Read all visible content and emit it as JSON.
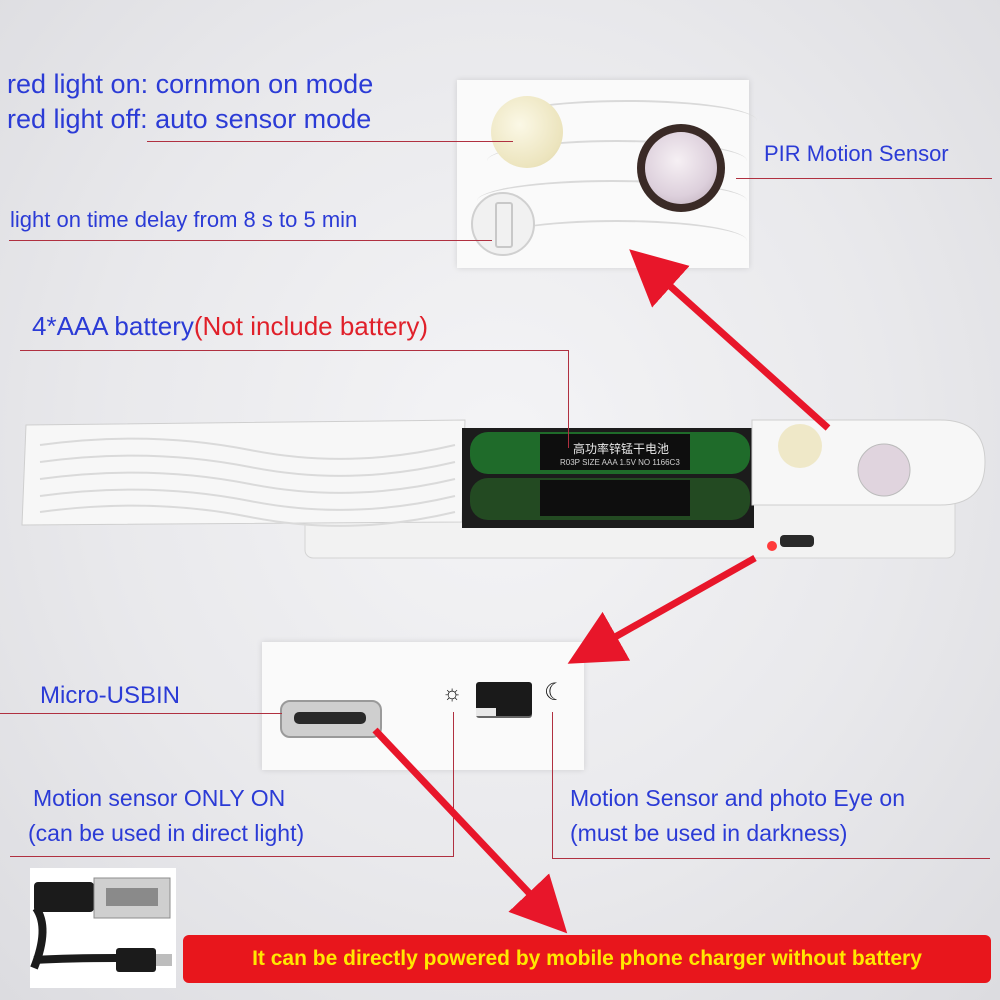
{
  "callouts": {
    "red_light_on": "red light on: cornmon on mode",
    "red_light_off": "red light off: auto sensor mode",
    "time_delay": "light on time delay from 8 s to 5 min",
    "pir": "PIR Motion Sensor",
    "battery_prefix": "4*AAA battery",
    "battery_note": "(Not include battery)",
    "micro_usb": "Micro-USBIN",
    "sensor_only_line1": "Motion sensor ONLY ON",
    "sensor_only_line2": "(can be used in direct light)",
    "photo_eye_line1": "Motion Sensor and photo Eye on",
    "photo_eye_line2": "(must be used in darkness)"
  },
  "battery_text": {
    "line1": "高功率锌锰干电池",
    "line2": "R03P SIZE AAA 1.5V NO 1166C3"
  },
  "footer": {
    "banner": "It can be directly powered by mobile phone charger without battery"
  },
  "colors": {
    "label_blue": "#2b3bd6",
    "note_red": "#e0202a",
    "banner_red": "#e8161c",
    "banner_text": "#ffe800",
    "arrow_red": "#e8162a"
  },
  "icons": [
    "sun-icon",
    "moon-icon",
    "usb-cable-icon"
  ]
}
